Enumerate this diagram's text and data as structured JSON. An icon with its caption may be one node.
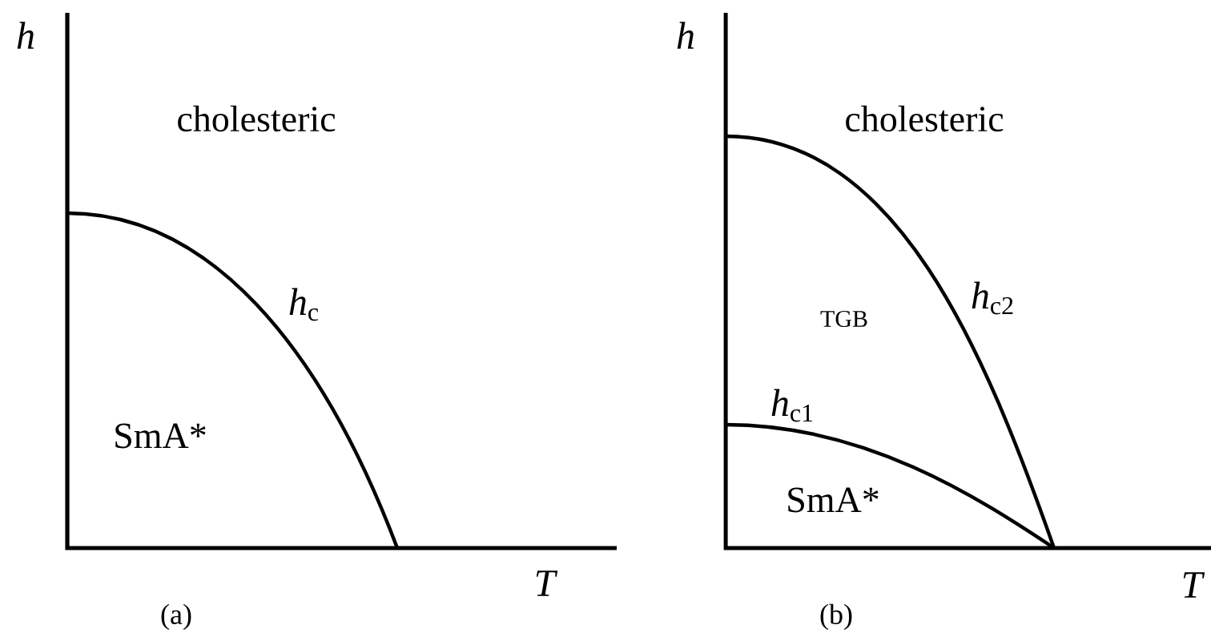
{
  "diagram": {
    "labels": [
      "h",
      "cholesteric",
      "*h*$_{c}$",
      "SmA*",
      "T",
      "(a)",
      "h",
      "cholesteric",
      "TGB",
      "*h*$_{c2}$",
      "*h*$_{c1}$",
      "SmA*",
      "T",
      "(b)"
    ]
  }
}
